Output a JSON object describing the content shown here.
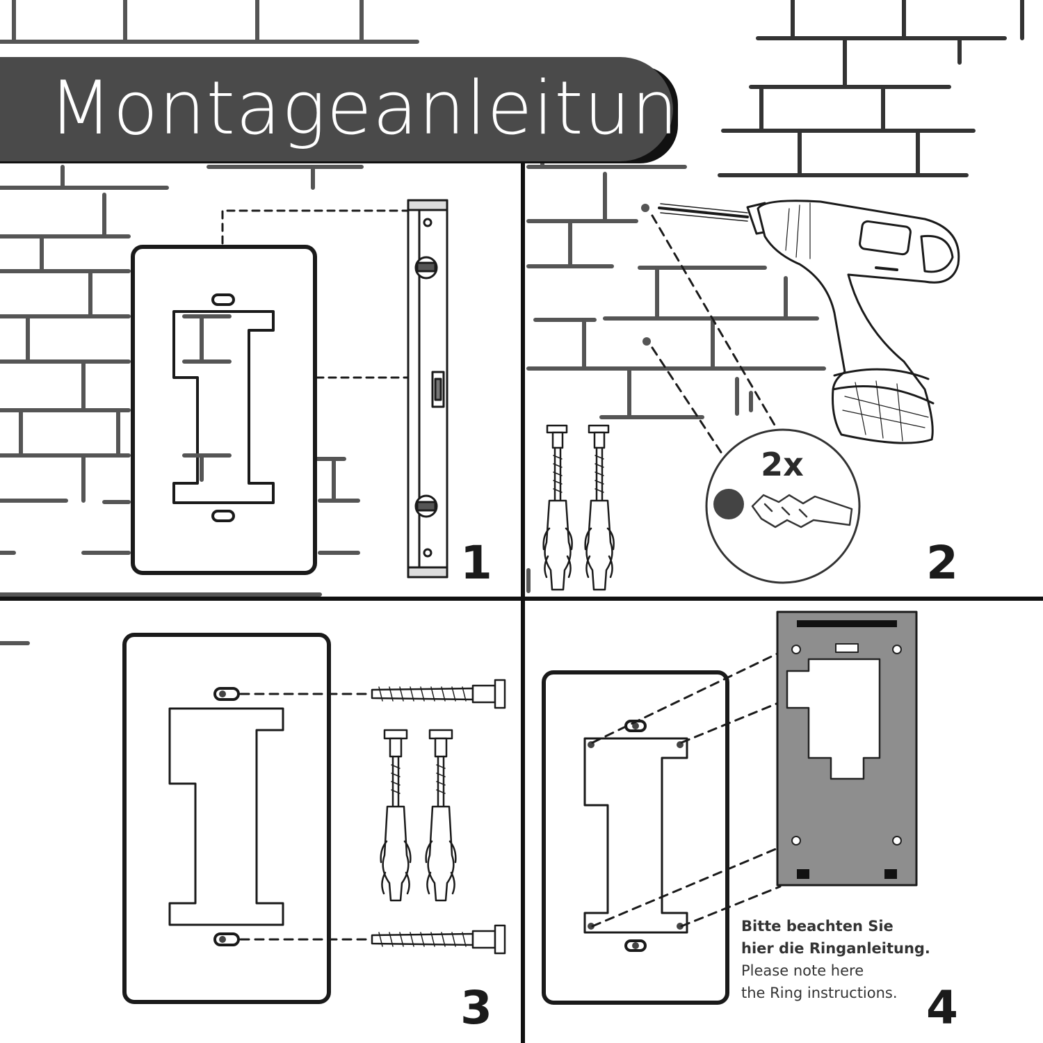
{
  "title": "Montageanleitung",
  "steps": {
    "s1": "1",
    "s2": "2",
    "s3": "3",
    "s4": "4"
  },
  "dowel_count": "2x",
  "note": {
    "de_line1": "Bitte beachten Sie",
    "de_line2": "hier die Ringanleitung.",
    "en_line1": "Please note here",
    "en_line2": "the Ring instructions."
  },
  "colors": {
    "title_bar": "#4a4a4a",
    "line": "#1a1a1a",
    "brick": "#555555",
    "ring_plate": "#8e8e8e",
    "dot": "#444444"
  }
}
